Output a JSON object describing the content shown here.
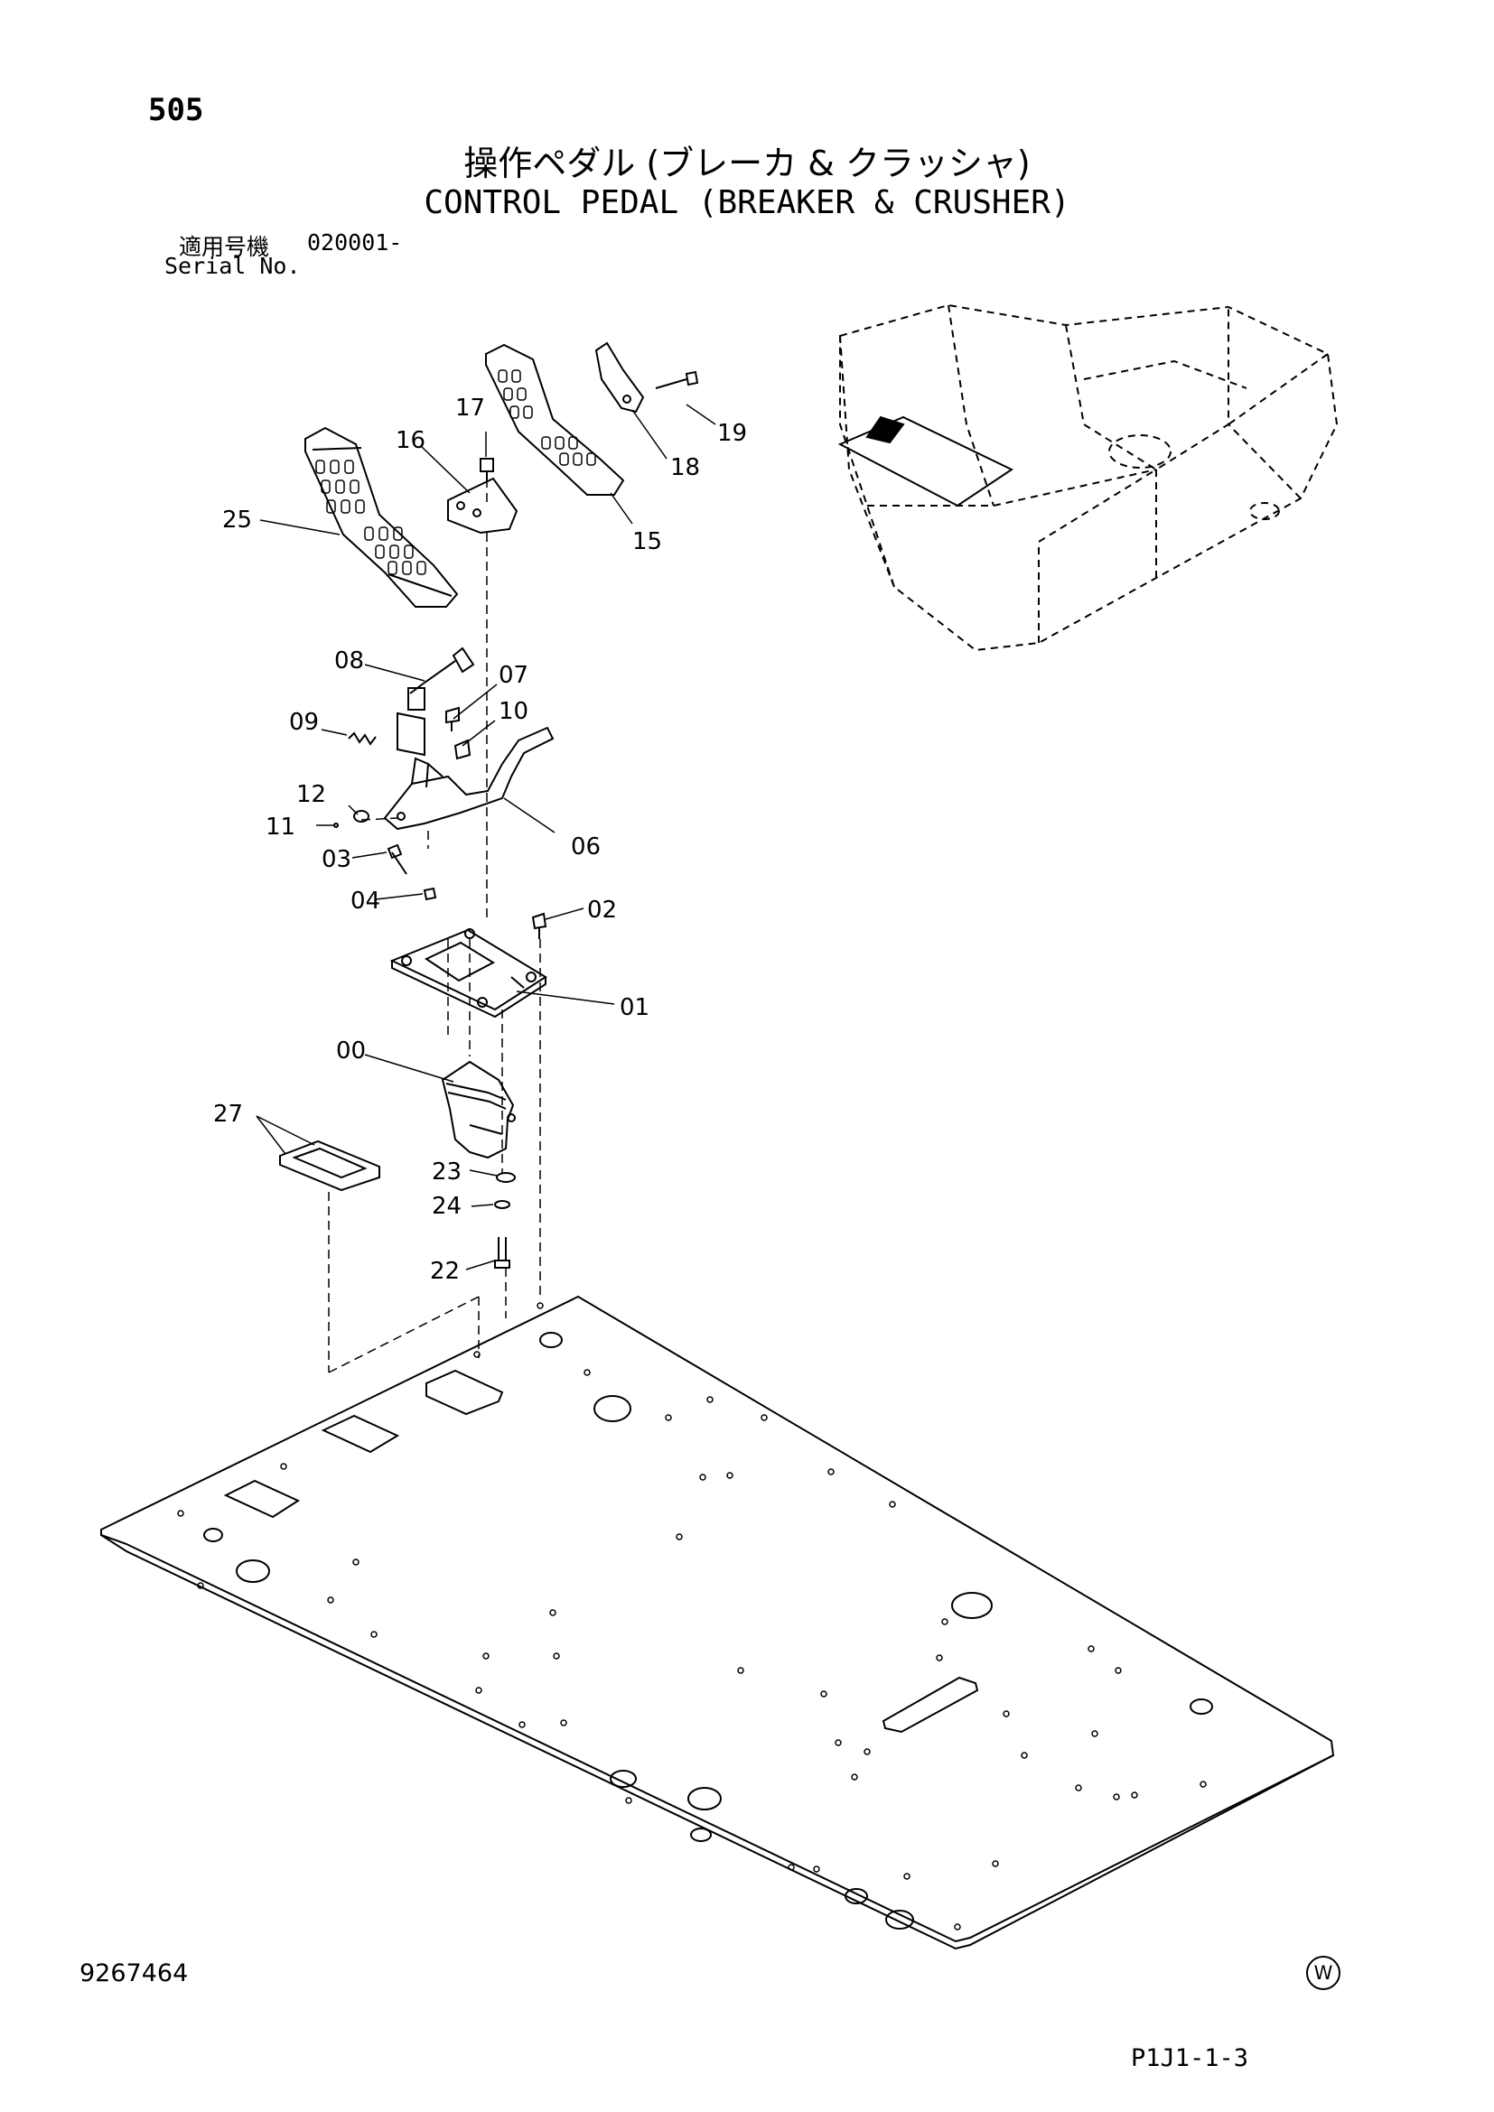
{
  "header": {
    "page_number": "505",
    "title_jp": "操作ペダル (ブレーカ & クラッシャ)",
    "title_en": "CONTROL PEDAL (BREAKER & CRUSHER)",
    "serial_label_jp": "適用号機",
    "serial_value": "020001-",
    "serial_label_en": "Serial No."
  },
  "callouts": [
    "17",
    "16",
    "25",
    "19",
    "18",
    "15",
    "08",
    "07",
    "09",
    "10",
    "12",
    "11",
    "06",
    "03",
    "04",
    "02",
    "01",
    "00",
    "27",
    "23",
    "24",
    "22"
  ],
  "footer": {
    "doc_number": "9267464",
    "w_mark": "W",
    "page_code": "P1J1-1-3"
  }
}
